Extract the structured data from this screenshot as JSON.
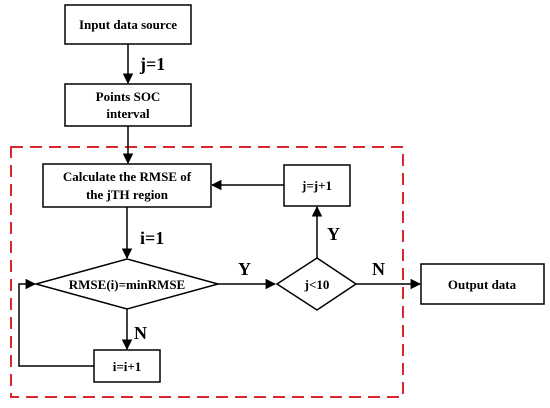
{
  "nodes": {
    "input": {
      "label": "Input data source"
    },
    "points": {
      "label_line1": "Points SOC",
      "label_line2": "interval"
    },
    "calculate": {
      "label_line1": "Calculate the RMSE of",
      "label_line2": "the jTH region"
    },
    "rmse_decision": {
      "label": "RMSE(i)=minRMSE"
    },
    "increment_i": {
      "label": "i=i+1"
    },
    "j_decision": {
      "label": "j<10"
    },
    "increment_j": {
      "label": "j=j+1"
    },
    "output": {
      "label": "Output data"
    }
  },
  "edge_labels": {
    "j_init": "j=1",
    "i_init": "i=1",
    "rmse_yes": "Y",
    "rmse_no": "N",
    "j_yes": "Y",
    "j_no": "N"
  },
  "colors": {
    "stroke": "#000000",
    "dashed_region": "#d9282f",
    "background": "#ffffff"
  }
}
